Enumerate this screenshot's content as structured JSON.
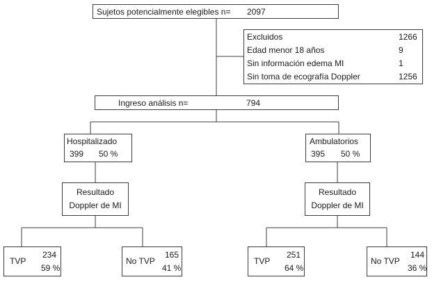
{
  "eligible": {
    "label": "Sujetos potencialmente elegibles n=",
    "value": "2097"
  },
  "excluded": {
    "rows": [
      {
        "label": "Excluidos",
        "value": "1266"
      },
      {
        "label": "Edad menor 18 años",
        "value": "9"
      },
      {
        "label": "Sin información edema MI",
        "value": "1"
      },
      {
        "label": "Sin toma de ecografía Doppler",
        "value": "1256"
      }
    ]
  },
  "analysis": {
    "label": "Ingreso análisis n=",
    "value": "794"
  },
  "hospitalized": {
    "label": "Hospitalizado",
    "n": "399",
    "pct": "50 %"
  },
  "ambulatory": {
    "label": "Ambulatorios",
    "n": "395",
    "pct": "50 %"
  },
  "result_left": {
    "line1": "Resultado",
    "line2": "Doppler de MI"
  },
  "result_right": {
    "line1": "Resultado",
    "line2": "Doppler de MI"
  },
  "outcomes": {
    "hosp_tvp": {
      "label": "TVP",
      "n": "234",
      "pct": "59 %"
    },
    "hosp_no_tvp": {
      "label": "No TVP",
      "n": "165",
      "pct": "41 %"
    },
    "amb_tvp": {
      "label": "TVP",
      "n": "251",
      "pct": "64 %"
    },
    "amb_no_tvp": {
      "label": "No TVP",
      "n": "144",
      "pct": "36 %"
    }
  }
}
